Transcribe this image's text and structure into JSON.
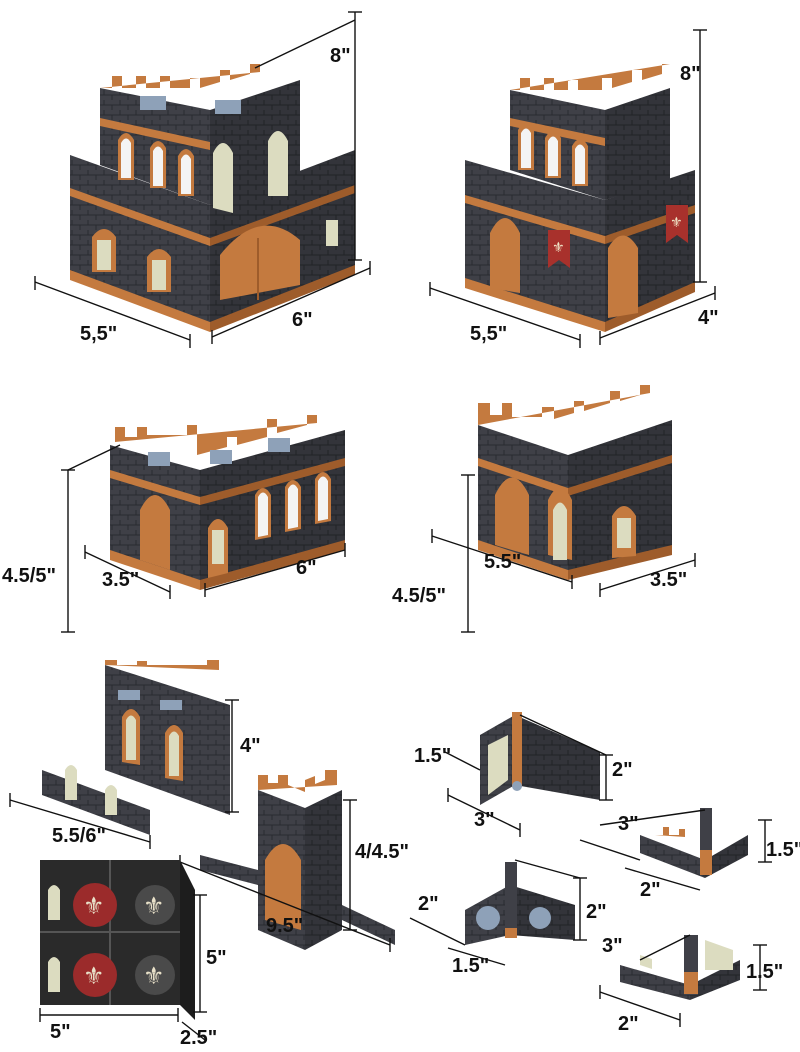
{
  "panels": [
    {
      "id": "p1",
      "labels": {
        "height": "8\"",
        "width": "5,5\"",
        "depth": "6\""
      }
    },
    {
      "id": "p2",
      "labels": {
        "height": "8\"",
        "width": "5,5\"",
        "depth": "4\""
      }
    },
    {
      "id": "p3",
      "labels": {
        "height": "4.5/5\"",
        "width": "3.5\"",
        "depth": "6\""
      }
    },
    {
      "id": "p4",
      "labels": {
        "height": "4.5/5\"",
        "width": "5.5\"",
        "depth": "3.5\""
      }
    },
    {
      "id": "p5",
      "labels": {
        "height_wall": "4\"",
        "width_wall": "5.5/6\"",
        "height_tower": "4/4.5\"",
        "width_tower": "9.5\""
      }
    },
    {
      "id": "p6",
      "labels": {
        "height": "5\"",
        "width": "5\"",
        "depth": "2.5\""
      }
    },
    {
      "id": "p7",
      "labels": {
        "a": "1.5\"",
        "b": "3\"",
        "c": "2\""
      }
    },
    {
      "id": "p8",
      "labels": {
        "a": "3\"",
        "b": "2\"",
        "c": "1.5\""
      }
    },
    {
      "id": "p9",
      "labels": {
        "a": "2\"",
        "b": "1.5\"",
        "c": "2\""
      }
    },
    {
      "id": "p10",
      "labels": {
        "a": "3\"",
        "b": "2\"",
        "c": "1.5\""
      }
    }
  ],
  "colors": {
    "brick": "#3f4047",
    "brick_dark": "#2e2f35",
    "trim": "#c47a3f",
    "trim_dark": "#9e5c2b",
    "statue": "#dcdcc0",
    "metal": "#8ea1b8",
    "banner": "#a8312c",
    "box_dark": "#2a2a2a",
    "box_red": "#9b2b2b"
  }
}
